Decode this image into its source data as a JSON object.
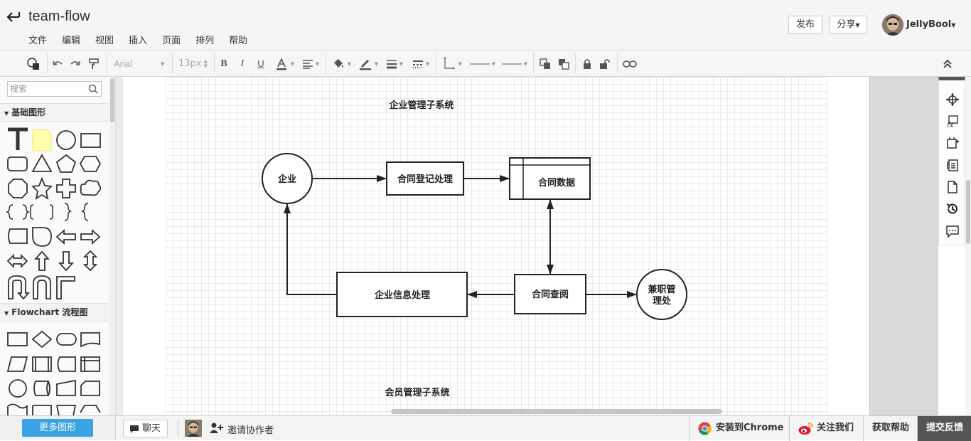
{
  "header": {
    "title": "team-flow",
    "menu": [
      "文件",
      "编辑",
      "视图",
      "插入",
      "页面",
      "排列",
      "帮助"
    ],
    "publish_label": "发布",
    "share_label": "分享",
    "user_name": "JellyBool"
  },
  "toolbar": {
    "font_family": "Arial",
    "font_size": "13px"
  },
  "sidebar": {
    "search_placeholder": "搜索",
    "sections": [
      "基础图形",
      "Flowchart 流程图"
    ],
    "more_shapes_label": "更多图形"
  },
  "diagram": {
    "title_top": "企业管理子系统",
    "title_bottom": "会员管理子系统",
    "nodes": {
      "enterprise": "企业",
      "contract_register": "合同登记处理",
      "contract_data": "合同数据",
      "enterprise_info": "企业信息处理",
      "contract_query": "合同查阅",
      "parttime_line1": "兼职管",
      "parttime_line2": "理处"
    }
  },
  "footer": {
    "chat_label": "聊天",
    "invite_label": "邀请协作者",
    "chrome_label": "安装到Chrome",
    "follow_label": "关注我们",
    "help_label": "获取帮助",
    "feedback_label": "提交反馈"
  },
  "colors": {
    "accent": "#3aa3e3",
    "feedback_bg": "#555555",
    "note_yellow": "#ffffaa"
  }
}
